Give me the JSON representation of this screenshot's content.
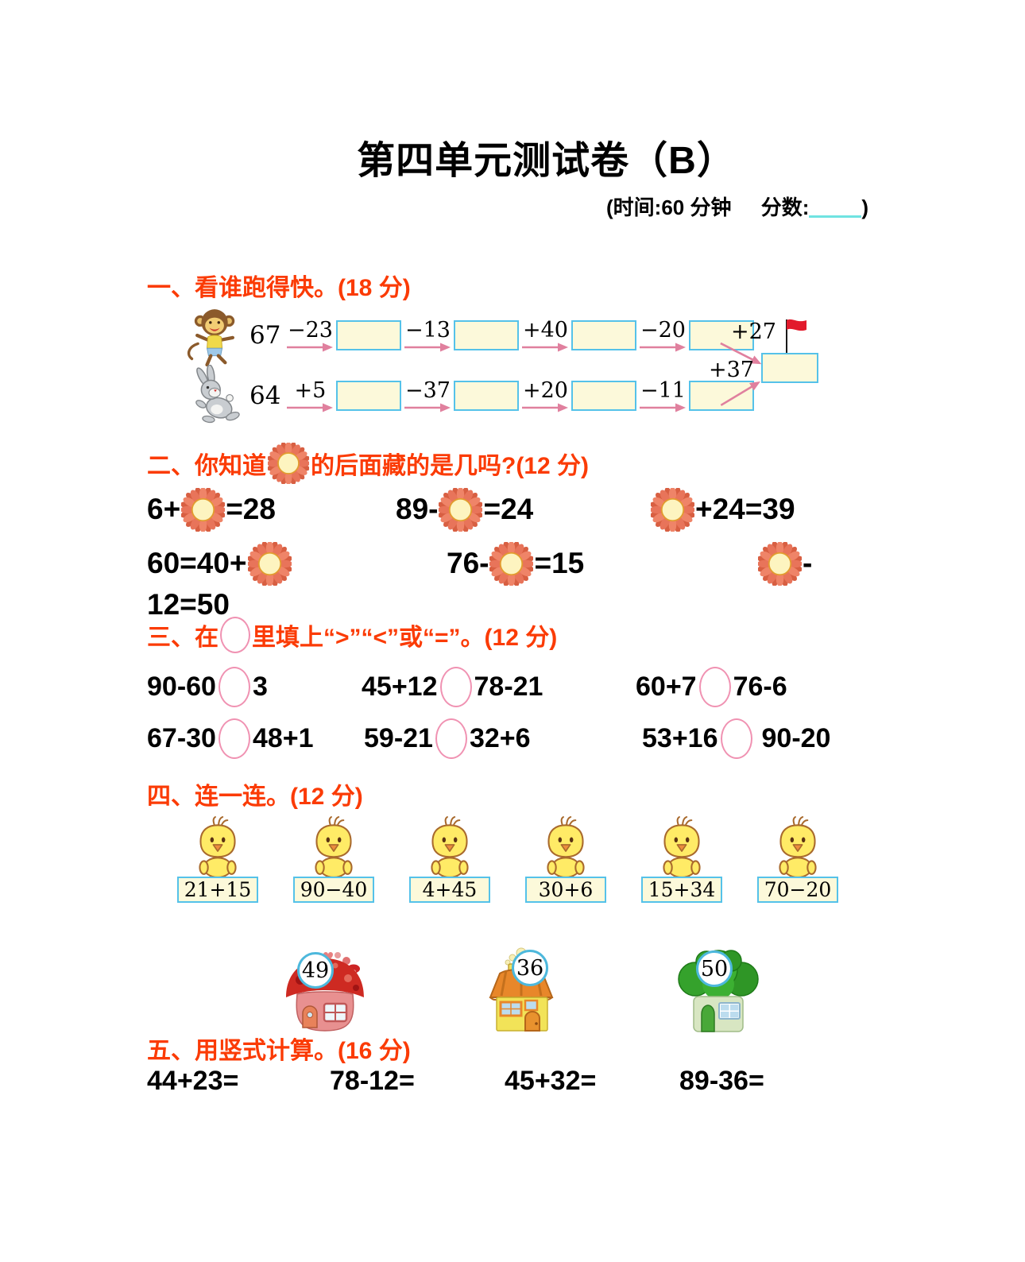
{
  "title": "第四单元测试卷（B）",
  "meta": {
    "time": "(时间:60 分钟",
    "score": "分数:",
    "close": ")"
  },
  "s1": {
    "heading": "一、看谁跑得快。(18 分)",
    "row1": {
      "start": "67",
      "op1": "−23",
      "op2": "−13",
      "op3": "+40",
      "op4": "−20",
      "final": "+27"
    },
    "row2": {
      "start": "64",
      "op1": "+5",
      "op2": "−37",
      "op3": "+20",
      "op4": "−11",
      "final": "+37"
    }
  },
  "s2": {
    "head_pre": "二、你知道",
    "head_post": "的后面藏的是几吗?(12 分)",
    "e1a": "6+",
    "e1b": "=28",
    "e2a": "89-",
    "e2b": "=24",
    "e3b": "+24=39",
    "e4a": "60=40+",
    "e5a": "76-",
    "e5b": "=15",
    "e6b": "-",
    "e6wrap": "12=50"
  },
  "s3": {
    "head_pre": "三、在",
    "head_post": "里填上“>”“<”或“=”。(12 分)",
    "r1": [
      {
        "l": "90-60",
        "r": "3"
      },
      {
        "l": "45+12",
        "r": "78-21"
      },
      {
        "l": "60+7",
        "r": "76-6"
      }
    ],
    "r2": [
      {
        "l": "67-30",
        "r": "48+1"
      },
      {
        "l": "59-21",
        "r": "32+6"
      },
      {
        "l": "53+16",
        "r": "90-20"
      }
    ]
  },
  "s4": {
    "heading": "四、连一连。(12 分)",
    "chicks": [
      "21+15",
      "90−40",
      "4+45",
      "30+6",
      "15+34",
      "70−20"
    ],
    "houses": [
      "49",
      "36",
      "50"
    ]
  },
  "s5": {
    "heading": "五、用竖式计算。(16 分)",
    "p": [
      "44+23=",
      "78-12=",
      "45+32=",
      "89-36="
    ]
  },
  "colors": {
    "heading_red": "#fb3b05",
    "box_fill": "#fcf9da",
    "box_border": "#55c2e9",
    "arrow_pink": "#e0809e",
    "circle_pink": "#f092b2",
    "underline_cyan": "#6fe3e1",
    "flag_red": "#e21a2c",
    "number_circle_border": "#4db8dc"
  }
}
